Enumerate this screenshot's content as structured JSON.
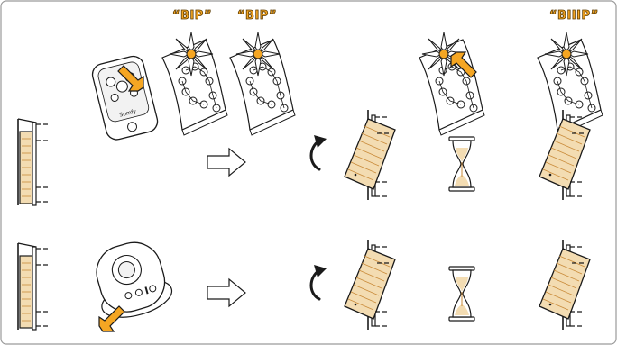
{
  "beeps": [
    "“BIP”",
    "“BIP”",
    "“BIIIP”"
  ],
  "remote_brand": "Somfy",
  "icons": {
    "remote_a": "remote-control-icon",
    "remote_b": "keyfob-remote-icon",
    "arrow": "right-arrow-icon",
    "rotate": "rotate-arrow-icon",
    "hourglass": "hourglass-icon",
    "hand": "pointing-hand-icon",
    "led": "led-flash-icon",
    "manual": "instruction-sheet-icon",
    "window_closed": "window-closed-icon",
    "window_open": "window-tilted-open-icon"
  },
  "colors": {
    "accent": "#f5a623",
    "frame_wood": "#f3dcb2",
    "wood_line": "#c98b3a",
    "outline": "#1a1a1a",
    "border": "#9a9a9a"
  }
}
